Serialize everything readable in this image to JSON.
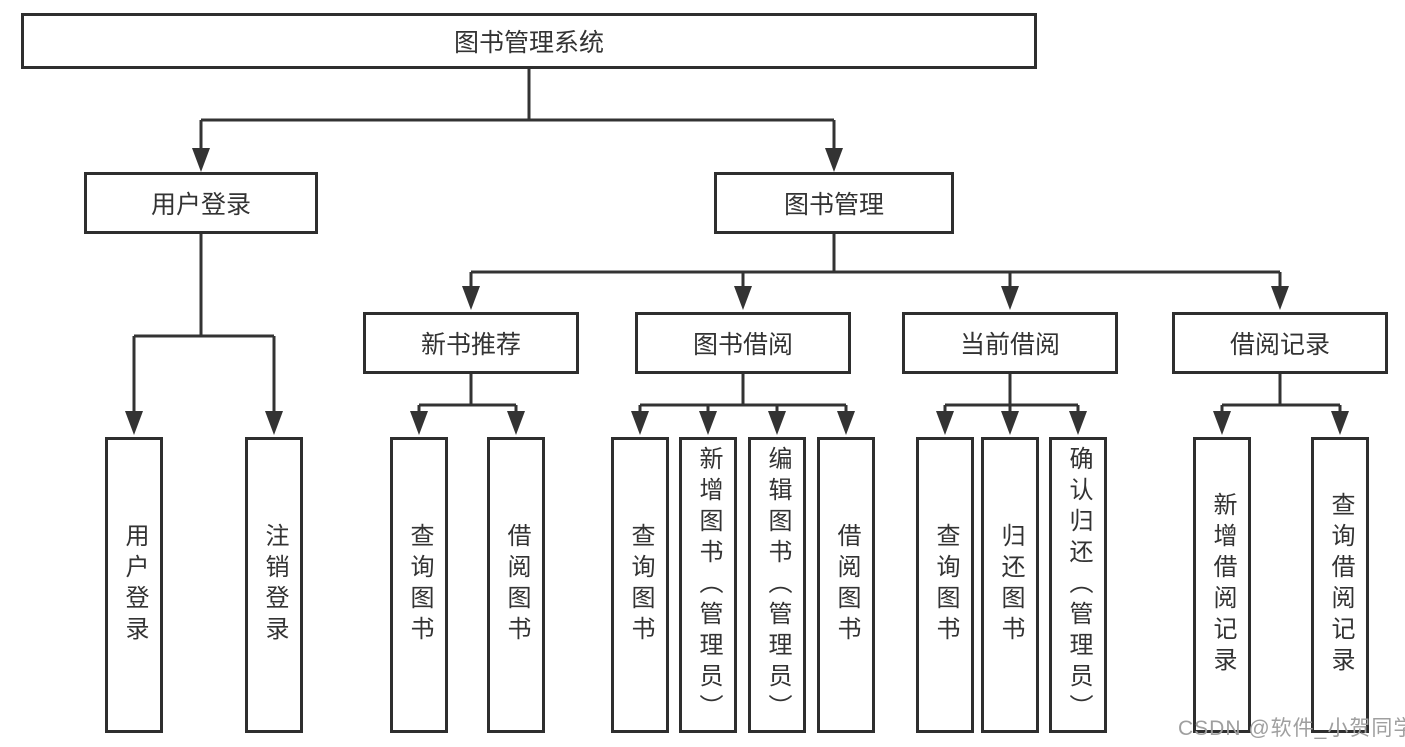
{
  "diagram": {
    "root": {
      "label": "图书管理系统"
    },
    "branches": [
      {
        "label": "用户登录",
        "children": [
          {
            "label": "用户登录"
          },
          {
            "label": "注销登录"
          }
        ]
      },
      {
        "label": "图书管理",
        "groups": [
          {
            "label": "新书推荐",
            "children": [
              {
                "label": "查询图书"
              },
              {
                "label": "借阅图书"
              }
            ]
          },
          {
            "label": "图书借阅",
            "children": [
              {
                "label": "查询图书"
              },
              {
                "label": "新增图书（管理员）"
              },
              {
                "label": "编辑图书（管理员）"
              },
              {
                "label": "借阅图书"
              }
            ]
          },
          {
            "label": "当前借阅",
            "children": [
              {
                "label": "查询图书"
              },
              {
                "label": "归还图书"
              },
              {
                "label": "确认归还（管理员）"
              }
            ]
          },
          {
            "label": "借阅记录",
            "children": [
              {
                "label": "新增借阅记录"
              },
              {
                "label": "查询借阅记录"
              }
            ]
          }
        ]
      }
    ]
  },
  "watermark": {
    "text": "CSDN @软件_小贺同学"
  },
  "colors": {
    "line": "#333333",
    "box_border": "#2e2e2e",
    "box_background": "#ffffff",
    "text": "#333333",
    "watermark": "#9f9f9f"
  }
}
